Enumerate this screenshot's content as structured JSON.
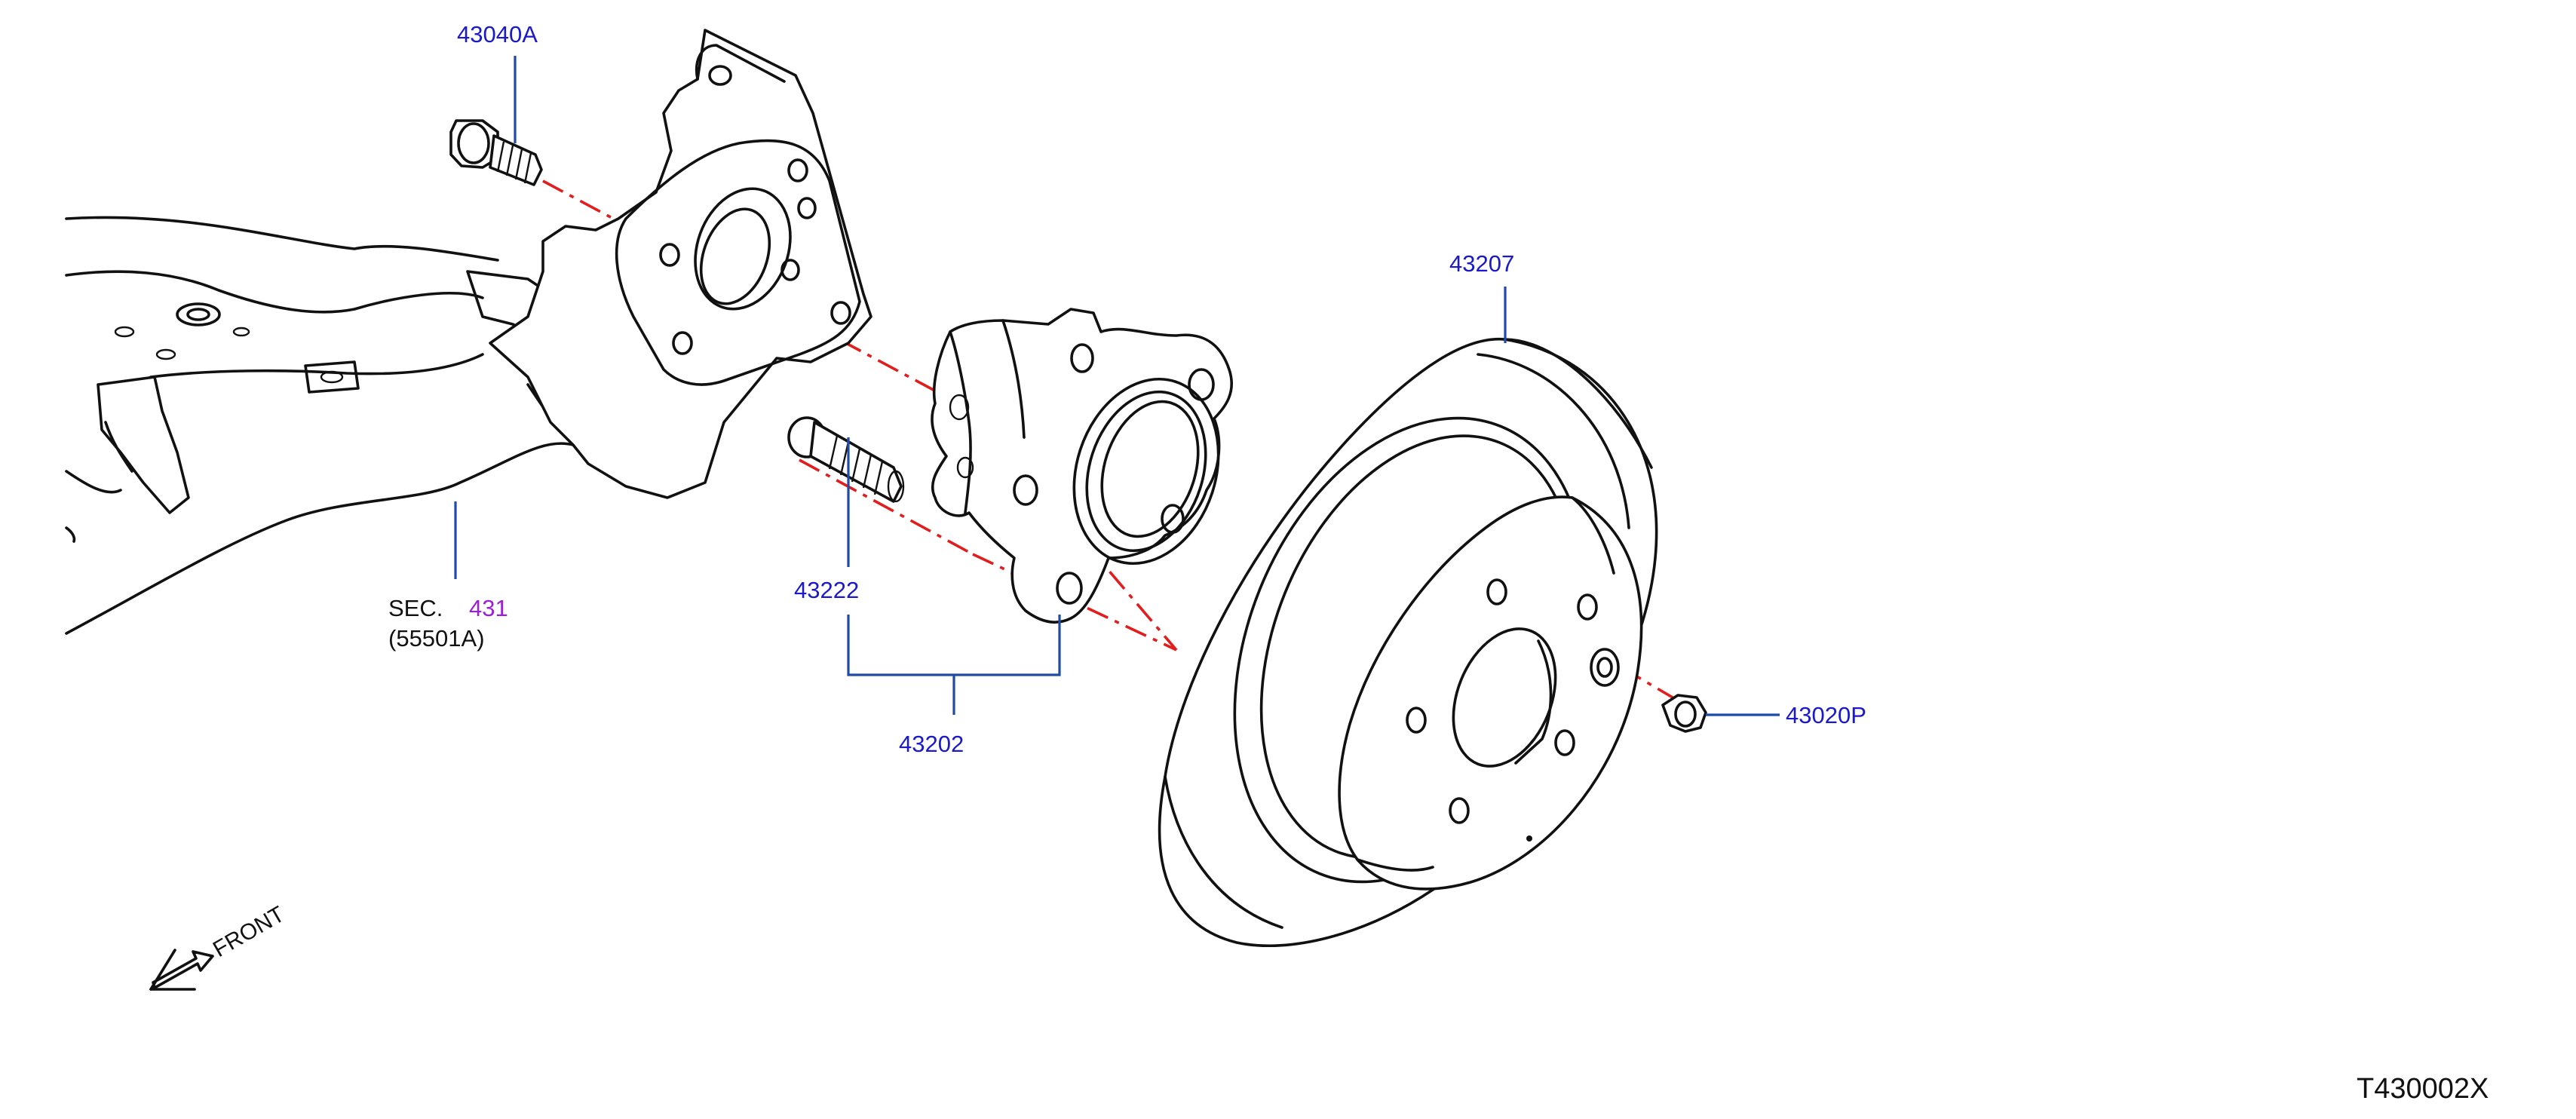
{
  "labels": {
    "bolt": "43040A",
    "rotor": "43207",
    "stud": "43222",
    "hub_assembly": "43202",
    "nut": "43020P"
  },
  "section_ref": {
    "prefix": "SEC.",
    "number": "431",
    "sub": "(55501A)"
  },
  "front_indicator": "FRONT",
  "diagram_code": "T430002X",
  "colors": {
    "callout_text": "#1a1acc",
    "leader_line": "#1f4aa8",
    "section_link": "#9b1fd6",
    "center_axis": "#e31c1c",
    "line_art": "#111111"
  },
  "icons": {
    "front": "front-arrow-icon"
  }
}
